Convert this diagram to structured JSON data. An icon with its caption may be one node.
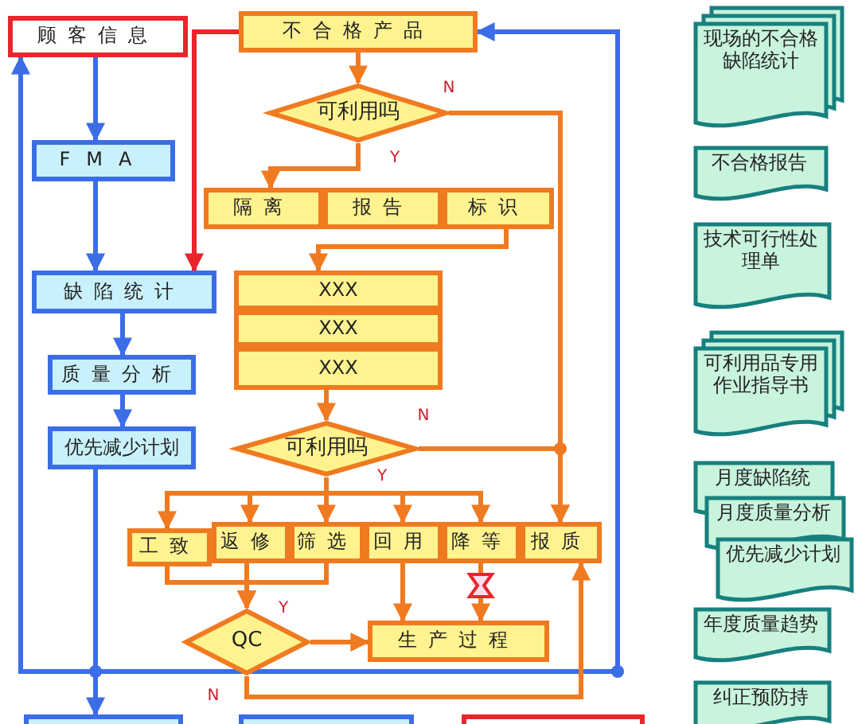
{
  "diagram": {
    "nodes": [
      {
        "text": [
          "顾客信息"
        ]
      },
      {
        "text": [
          "不合格产品"
        ]
      },
      {
        "text": [
          "可利用吗"
        ]
      },
      {
        "text": [
          "隔离"
        ]
      },
      {
        "text": [
          "报告"
        ]
      },
      {
        "text": [
          "标识"
        ]
      },
      {
        "text": [
          "XXX"
        ]
      },
      {
        "text": [
          "XXX"
        ]
      },
      {
        "text": [
          "XXX"
        ]
      },
      {
        "text": [
          "可利用吗"
        ]
      },
      {
        "text": [
          "工致"
        ]
      },
      {
        "text": [
          "返修"
        ]
      },
      {
        "text": [
          "筛选"
        ]
      },
      {
        "text": [
          "回用"
        ]
      },
      {
        "text": [
          "降等"
        ]
      },
      {
        "text": [
          "报质"
        ]
      },
      {
        "text": [
          "QC"
        ]
      },
      {
        "text": [
          "生产过程"
        ]
      },
      {
        "text": [
          "FMA"
        ]
      },
      {
        "text": [
          "缺陷统计"
        ]
      },
      {
        "text": [
          "质量分析"
        ]
      },
      {
        "text": [
          "优先减少计划"
        ]
      },
      {
        "text": [],
        "shape": "box"
      },
      {
        "text": [],
        "shape": "box"
      },
      {
        "text": [],
        "shape": "box"
      },
      {
        "text": [
          "现场的不合格缺陷统计"
        ]
      },
      {
        "text": [
          "不合格报告"
        ]
      },
      {
        "text": [
          "技术可行性处理单"
        ]
      },
      {
        "text": [
          "可利用品专用作业指导书"
        ]
      },
      {
        "text": [
          "月度缺陷统"
        ]
      },
      {
        "text": [
          "月度质量分析"
        ]
      },
      {
        "text": [
          "优先减少计划"
        ]
      },
      {
        "text": [
          "年度质量趋势"
        ]
      },
      {
        "text": [
          "纠正预防持"
        ]
      }
    ],
    "edges": [
      {
        "from": 0,
        "to": 18,
        "arrow": "to",
        "color": "#3b6ee6"
      },
      {
        "from": 18,
        "to": 19,
        "arrow": "to",
        "color": "#3b6ee6"
      },
      {
        "from": 19,
        "to": 20,
        "arrow": "to",
        "color": "#3b6ee6"
      },
      {
        "from": 20,
        "to": 21,
        "arrow": "to",
        "color": "#3b6ee6"
      },
      {
        "from": 21,
        "to": 22,
        "arrow": "to",
        "color": "#3b6ee6"
      },
      {
        "from": 21,
        "to": 0,
        "arrow": "to",
        "color": "#3b6ee6"
      },
      {
        "from": 21,
        "to": 1,
        "arrow": "to",
        "color": "#3b6ee6"
      },
      {
        "from": 1,
        "to": 19,
        "arrow": "to",
        "color": "#e8262b"
      },
      {
        "from": 1,
        "to": 2,
        "arrow": "to"
      },
      {
        "from": 2,
        "to": 3,
        "arrow": "to",
        "label": "Y"
      },
      {
        "from": 2,
        "to": 15,
        "arrow": "to",
        "label": "N"
      },
      {
        "from": 5,
        "to": 6,
        "arrow": "to"
      },
      {
        "from": 8,
        "to": 9,
        "arrow": "to"
      },
      {
        "from": 9,
        "to": 10,
        "arrow": "to"
      },
      {
        "from": 9,
        "to": 11,
        "arrow": "to"
      },
      {
        "from": 9,
        "to": 12,
        "arrow": "to"
      },
      {
        "from": 9,
        "to": 13,
        "arrow": "to",
        "label": "Y"
      },
      {
        "from": 9,
        "to": 14,
        "arrow": "to"
      },
      {
        "from": 9,
        "to": 15,
        "arrow": "to",
        "label": "N"
      },
      {
        "from": 10,
        "to": 16,
        "arrow": "to"
      },
      {
        "from": 11,
        "to": 16,
        "arrow": "to"
      },
      {
        "from": 12,
        "to": 16,
        "arrow": "to"
      },
      {
        "from": 13,
        "to": 17,
        "arrow": "to"
      },
      {
        "from": 14,
        "to": 17,
        "arrow": "to"
      },
      {
        "from": 16,
        "to": 17,
        "arrow": "to",
        "label": "Y"
      },
      {
        "from": 16,
        "to": 15,
        "arrow": "to",
        "label": "N"
      }
    ]
  }
}
